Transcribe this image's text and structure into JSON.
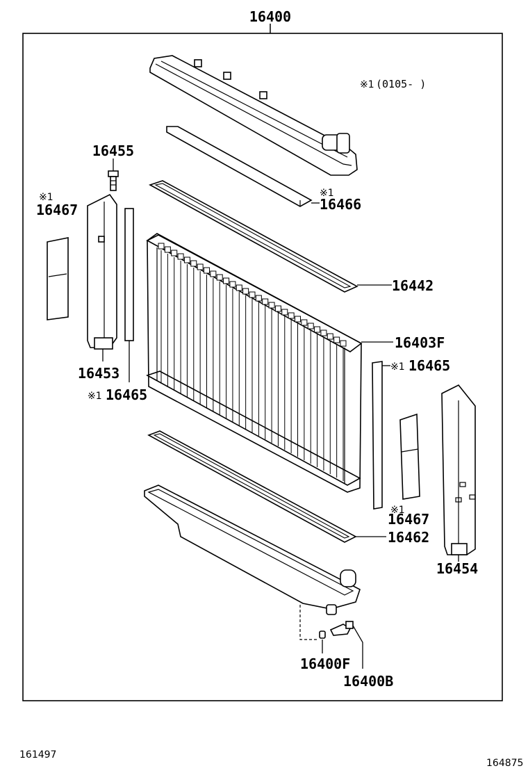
{
  "assembly": {
    "part_number": "16400"
  },
  "note": {
    "marker": "※1",
    "text": "(0105-       )"
  },
  "callouts": {
    "p16455": "16455",
    "p16467_left_mark": "※1",
    "p16467_left": "16467",
    "p16453": "16453",
    "p16465_left_mark": "※1",
    "p16465_left": "16465",
    "p16466_mark": "※1",
    "p16466": "16466",
    "p16442": "16442",
    "p16403F": "16403F",
    "p16465_right_mark": "※1",
    "p16465_right": "16465",
    "p16467_right_mark": "※1",
    "p16467_right": "16467",
    "p16462": "16462",
    "p16454": "16454",
    "p16400F": "16400F",
    "p16400B": "16400B"
  },
  "footer": {
    "left_code": "161497",
    "right_code": "164875"
  }
}
